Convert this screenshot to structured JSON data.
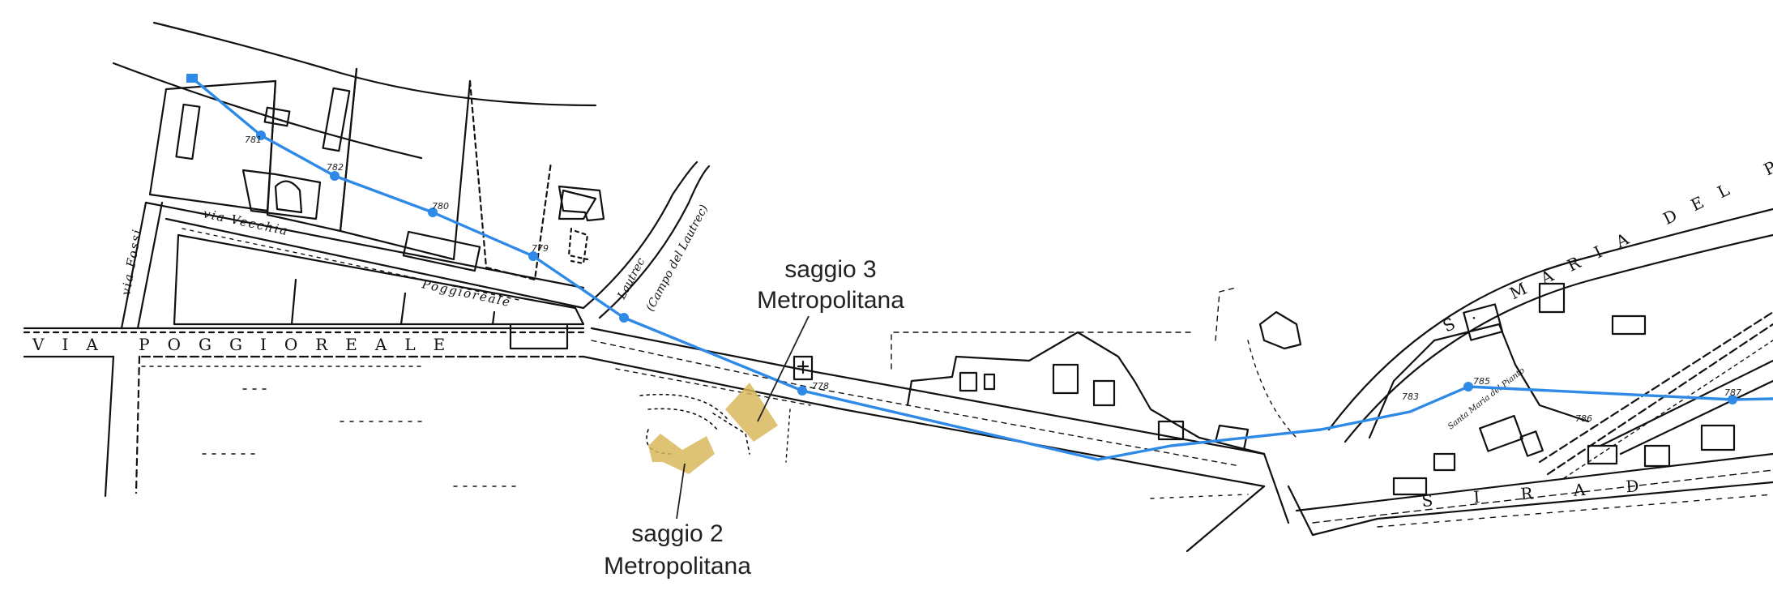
{
  "colors": {
    "background": "#ffffff",
    "ink": "#111111",
    "route": "#2e8ae6",
    "excavation": "#d9b95c"
  },
  "street_labels": {
    "via_poggioreale": "VIA POGGIOREALE",
    "santa_maria_del_pianto": "S. MARIA DEL PIAN",
    "sirad": "S I R A D",
    "via_vecchia": "via Vecchia",
    "poggioreale_small": "Poggioreale",
    "via_fossi": "via Fossi"
  },
  "handwritten": {
    "lautrec_1": "Lautrec",
    "lautrec_2": "(Campo del Lautrec)",
    "church_note": "Santa Maria del Pianto"
  },
  "route_point_labels": [
    "781",
    "782",
    "780",
    "779",
    "778",
    "783",
    "785",
    "786",
    "787"
  ],
  "annotations": {
    "saggio_3": {
      "line1": "saggio 3",
      "line2": "Metropolitana"
    },
    "saggio_2": {
      "line1": "saggio 2",
      "line2": "Metropolitana"
    }
  }
}
